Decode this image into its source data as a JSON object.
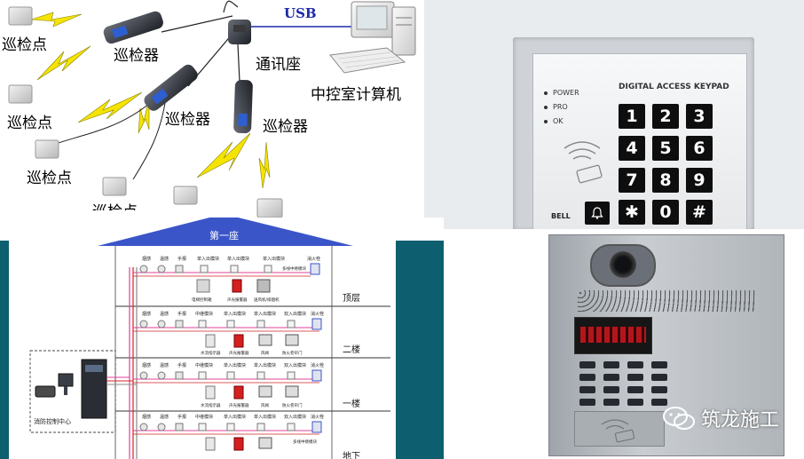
{
  "patrol": {
    "usb_label": "USB",
    "checkpoint_label": "巡检点",
    "reader_label": "巡检器",
    "dock_label": "通讯座",
    "computer_label": "中控室计算机",
    "checkpoint_partial_label": "巡检点"
  },
  "keypad": {
    "title": "DIGITAL ACCESS KEYPAD",
    "indicators": [
      "POWER",
      "PRO",
      "OK"
    ],
    "keys": [
      "1",
      "2",
      "3",
      "4",
      "5",
      "6",
      "7",
      "8",
      "9",
      "✱",
      "0",
      "#"
    ],
    "bell_label": "BELL"
  },
  "fire": {
    "roof_label": "第一座",
    "floor_labels": [
      "顶层",
      "二楼",
      "一楼",
      "地下"
    ],
    "control_center_label": "消防控制中心",
    "device_labels_top": [
      "烟感",
      "温感",
      "手报",
      "单入出模块",
      "单入出模块",
      "单入出模块",
      "消火栓"
    ],
    "device_labels_row": [
      "烟感",
      "温感",
      "手报",
      "中继模块",
      "单入出模块",
      "单入出模块",
      "双入出模块",
      "消火栓"
    ],
    "equip_labels_top": [
      "电梯控制箱",
      "声光报警器",
      "送风机/排烟机"
    ],
    "equip_labels_row": [
      "水流指示器",
      "声光报警器",
      "风阀",
      "防火卷帘门"
    ],
    "relay_label": "多线中继模块"
  },
  "intercom": {
    "watermark": "筑龙施工"
  },
  "colors": {
    "roof_blue": "#3a55c8",
    "teal_bg": "#0d5f6f",
    "usb_blue": "#1f2aa8",
    "lightning": "#f5e400",
    "wire_pink": "#e0409a",
    "wire_red": "#d42020",
    "wire_gray": "#8a8a8a"
  }
}
